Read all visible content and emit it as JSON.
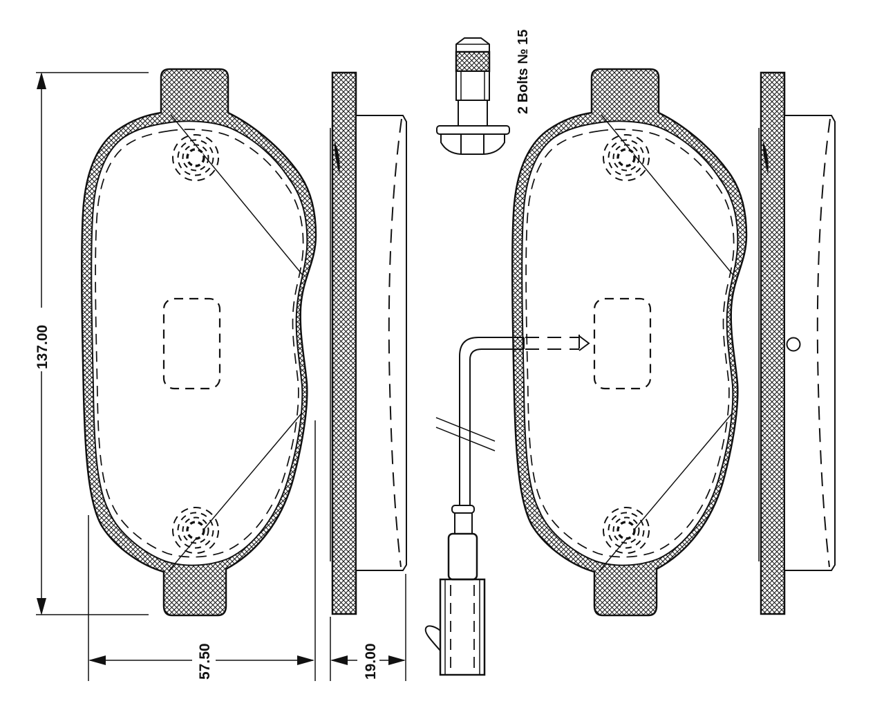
{
  "drawing": {
    "bolt_note": "2 Bolts № 15",
    "dimensions": {
      "height": "137.00",
      "width": "57.50",
      "thickness": "19.00"
    }
  },
  "colors": {
    "ink": "#111111",
    "paper": "#ffffff"
  }
}
